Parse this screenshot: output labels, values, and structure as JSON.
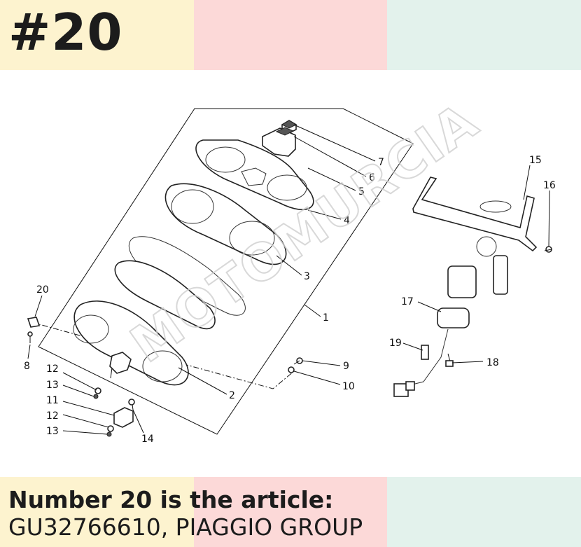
{
  "header": {
    "badge": "#20"
  },
  "caption": {
    "line1": "Number 20 is the article:",
    "line2": "GU32766610, PIAGGIO GROUP"
  },
  "watermark": {
    "text": "MOTOMURCIA"
  },
  "diagram": {
    "callouts": [
      "1",
      "2",
      "3",
      "4",
      "5",
      "6",
      "7",
      "8",
      "9",
      "10",
      "11",
      "12",
      "12",
      "13",
      "13",
      "14",
      "15",
      "16",
      "17",
      "18",
      "19",
      "20"
    ]
  },
  "colors": {
    "band_yellow": "#fdf3cf",
    "band_pink": "#fcd9d8",
    "band_green": "#e3f2ec",
    "text": "#1c1c1c"
  }
}
